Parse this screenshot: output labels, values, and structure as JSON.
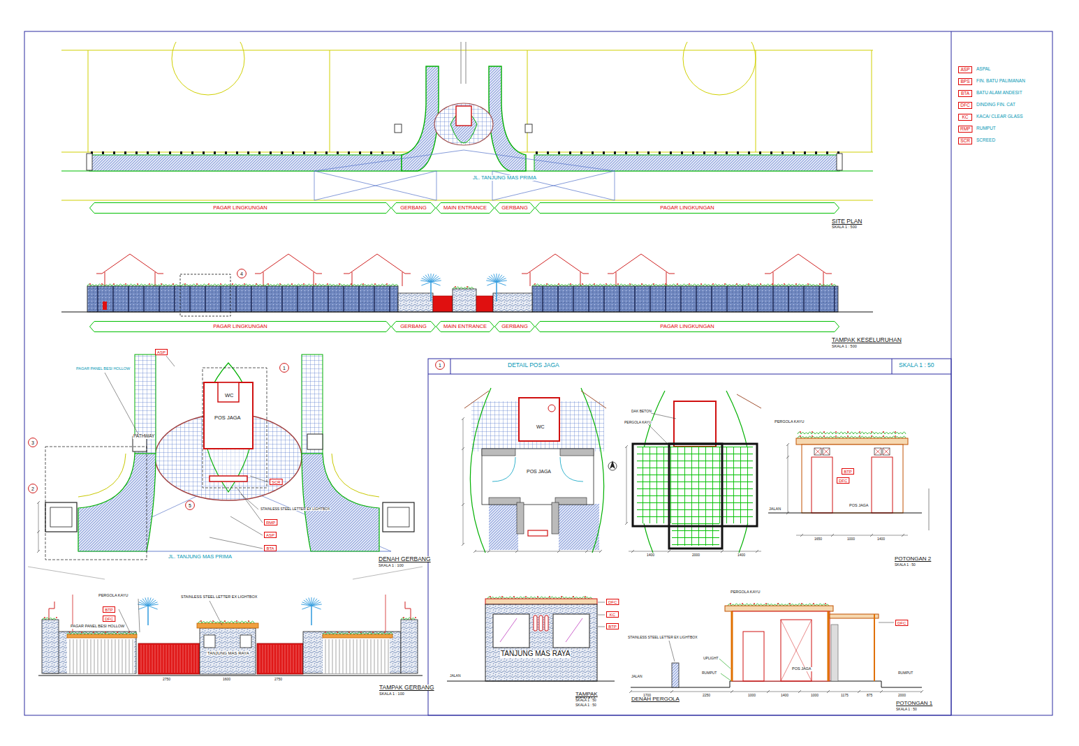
{
  "diagram": {
    "nodes": [
      {
        "text": [
          "PAGAR LINGKUNGAN"
        ]
      },
      {
        "text": [
          "GERBANG"
        ]
      },
      {
        "text": [
          "MAIN ENTRANCE"
        ]
      },
      {
        "text": [
          "GERBANG"
        ]
      },
      {
        "text": [
          "PAGAR LINGKUNGAN"
        ]
      },
      {
        "text": [
          "PAGAR LINGKUNGAN"
        ]
      },
      {
        "text": [
          "GERBANG"
        ]
      },
      {
        "text": [
          "MAIN ENTRANCE"
        ]
      },
      {
        "text": [
          "GERBANG"
        ]
      },
      {
        "text": [
          "PAGAR LINGKUNGAN"
        ]
      },
      {
        "text": [
          "1"
        ]
      },
      {
        "text": [
          "3"
        ]
      },
      {
        "text": [
          "2"
        ]
      },
      {
        "text": [
          "5"
        ]
      },
      {
        "text": [
          "4"
        ]
      },
      {
        "text": [
          "1"
        ]
      },
      {
        "text": [
          "ASP"
        ]
      },
      {
        "text": [
          "SCR"
        ]
      },
      {
        "text": [
          "RMP"
        ]
      },
      {
        "text": [
          "ASP"
        ]
      },
      {
        "text": [
          "BTA"
        ]
      },
      {
        "text": [
          "BTP"
        ]
      },
      {
        "text": [
          "DFC"
        ]
      },
      {
        "text": [
          "BTP"
        ]
      },
      {
        "text": [
          "DFC"
        ]
      },
      {
        "text": [
          "DFC"
        ]
      },
      {
        "text": [
          "KC"
        ]
      },
      {
        "text": [
          "BTP"
        ]
      },
      {
        "text": [
          "DFC"
        ]
      },
      {
        "text": [
          "ASP"
        ]
      },
      {
        "text": [
          "BPS"
        ]
      },
      {
        "text": [
          "BTA"
        ]
      },
      {
        "text": [
          "DFC"
        ]
      },
      {
        "text": [
          "KC"
        ]
      },
      {
        "text": [
          "RMP"
        ]
      },
      {
        "text": [
          "SCR"
        ]
      }
    ],
    "labels": [
      "ASPAL",
      "FIN. BATU PALIMANAN",
      "BATU ALAM ANDESIT",
      "DINDING FIN. CAT",
      "KACA/ CLEAR GLASS",
      "RUMPUT",
      "SCREED",
      "JL. TANJUNG MAS PRIMA",
      "SITE PLAN",
      "SKALA 1 : 500",
      "TAMPAK KESELURUHAN",
      "SKALA 1 : 500",
      "PAGAR PANEL BESI HOLLOW",
      "WC",
      "POS JAGA",
      "PATHWAY",
      "STAINLESS STEEL LETTER EX LIGHTBOX",
      "JL. TANJUNG MAS PRIMA",
      "DENAH GERBANG",
      "SKALA 1 : 100",
      "PERGOLA KAYU",
      "PAGAR PANEL BESI HOLLOW",
      "STAINLESS STEEL LETTER EX LIGHTBOX",
      "TANJUNG MAS RAYA",
      "2750",
      "1600",
      "2750",
      "TAMPAK GERBANG",
      "SKALA 1 : 100",
      "DETAIL POS JAGA",
      "SKALA 1 : 50",
      "WC",
      "POS JAGA",
      "DENAH",
      "SKALA 1 : 50",
      "DAK BETON",
      "PERGOLA KAYU",
      "DENAH PERGOLA",
      "PERGOLA KAYU",
      "POS JAGA",
      "JALAN",
      "POTONGAN 2",
      "SKALA 1 : 50",
      "TANJUNG MAS RAYA",
      "JALAN",
      "TAMPAK",
      "SKALA 1 : 50",
      "PERGOLA KAYU",
      "STAINLESS STEEL LETTER EX LIGHTBOX",
      "UPLIGHT",
      "RUMPUT",
      "POS JAGA",
      "RUMPUT",
      "JALAN",
      "POTONGAN 1",
      "SKALA 1 : 50",
      "1700",
      "2250",
      "1000",
      "1400",
      "1000",
      "1175",
      "875",
      "2000",
      "1400",
      "2000",
      "1400",
      "1650",
      "1000",
      "1400"
    ]
  }
}
